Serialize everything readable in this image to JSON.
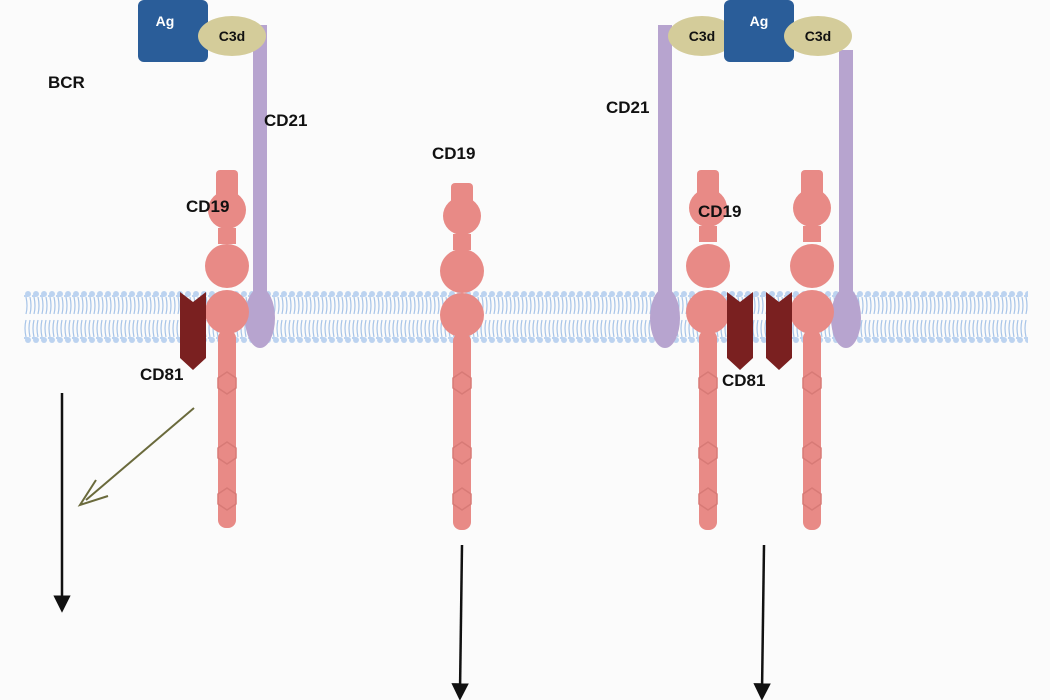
{
  "colors": {
    "background": "#fbfbfb",
    "membrane": "#a7c4e8",
    "membrane_head": "#bcd3f0",
    "cd19": "#e88a86",
    "cd19_motif": "#d77a76",
    "cd21": "#b7a4cf",
    "cd81": "#7a2020",
    "antigen": "#2a5d99",
    "c3d": "#d4cc9a",
    "arrow": "#111111",
    "arrow_olive": "#6a6a3c"
  },
  "labels": {
    "bcr": "BCR",
    "cd21_left": "CD21",
    "cd19_left": "CD19",
    "cd81_left": "CD81",
    "cd19_middle": "CD19",
    "cd21_right": "CD21",
    "cd19_right": "CD19",
    "cd81_right": "CD81"
  },
  "boxes": {
    "ag_left": "Ag",
    "c3d_left": "C3d",
    "c3d_right_a": "C3d",
    "ag_right": "Ag",
    "c3d_right_b": "C3d"
  },
  "icons": {
    "membrane": "lipid-bilayer",
    "cd19": "transmembrane-receptor",
    "cd21": "complement-receptor",
    "cd81": "tetraspanin-chevron",
    "arrows": "signal-arrow"
  }
}
